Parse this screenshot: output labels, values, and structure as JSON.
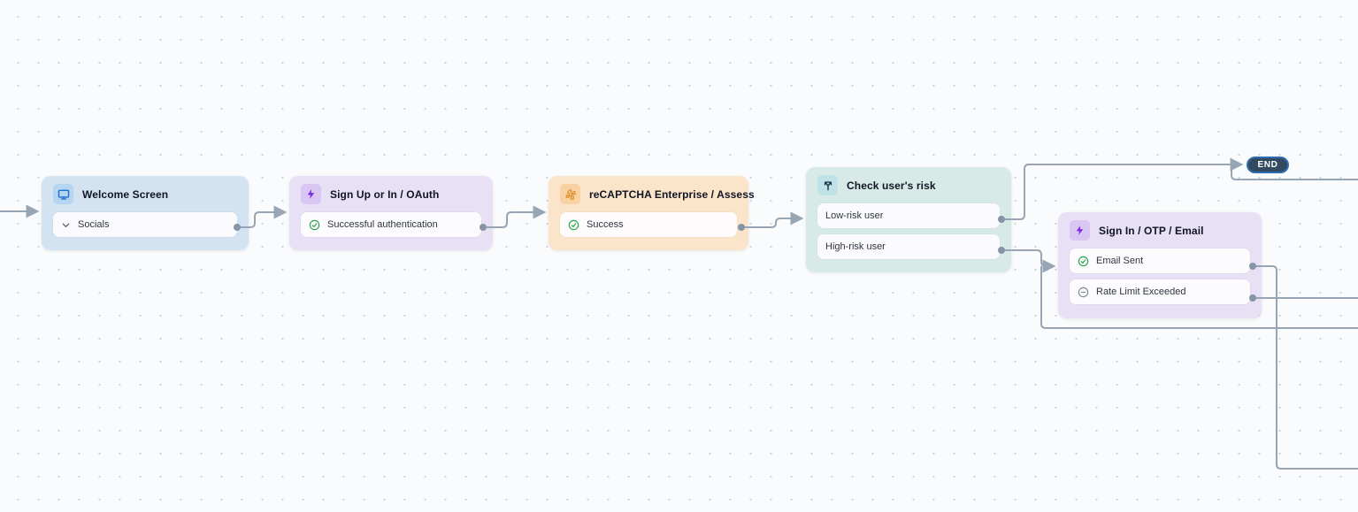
{
  "flow": {
    "nodes": [
      {
        "title": "Welcome Screen",
        "icon": "monitor-icon",
        "outputs": [
          {
            "label": "Socials",
            "icon": "chevron-down-icon"
          }
        ]
      },
      {
        "title": "Sign Up or In / OAuth",
        "icon": "bolt-icon",
        "outputs": [
          {
            "label": "Successful authentication",
            "icon": "check-circle-icon"
          }
        ]
      },
      {
        "title": "reCAPTCHA Enterprise / Assess",
        "icon": "puzzle-icon",
        "outputs": [
          {
            "label": "Success",
            "icon": "check-circle-icon"
          }
        ]
      },
      {
        "title": "Check user's risk",
        "icon": "branch-split-icon",
        "outputs": [
          {
            "label": "Low-risk user"
          },
          {
            "label": "High-risk user"
          }
        ]
      },
      {
        "title": "Sign In / OTP / Email",
        "icon": "bolt-icon",
        "outputs": [
          {
            "label": "Email Sent",
            "icon": "check-circle-icon"
          },
          {
            "label": "Rate Limit Exceeded",
            "icon": "minus-circle-icon"
          }
        ]
      }
    ],
    "end_badge": {
      "label": "END"
    },
    "colors": {
      "edge": "#97a5b4",
      "connector_dot": "#8595a5",
      "node_blue_bg": "#d3e3f2",
      "node_purple_bg": "#e8e0f4",
      "node_orange_bg": "#fbe4c9",
      "node_teal_bg": "#d8eae8",
      "blue_icon": "#1e6fd0",
      "purple_icon": "#7a2de0",
      "orange_icon": "#e0902f",
      "teal_icon": "#17344a",
      "success_green": "#2da44e",
      "neutral_gray": "#828b96",
      "end_bg": "#324a5f",
      "end_border": "#2f6db3"
    }
  }
}
